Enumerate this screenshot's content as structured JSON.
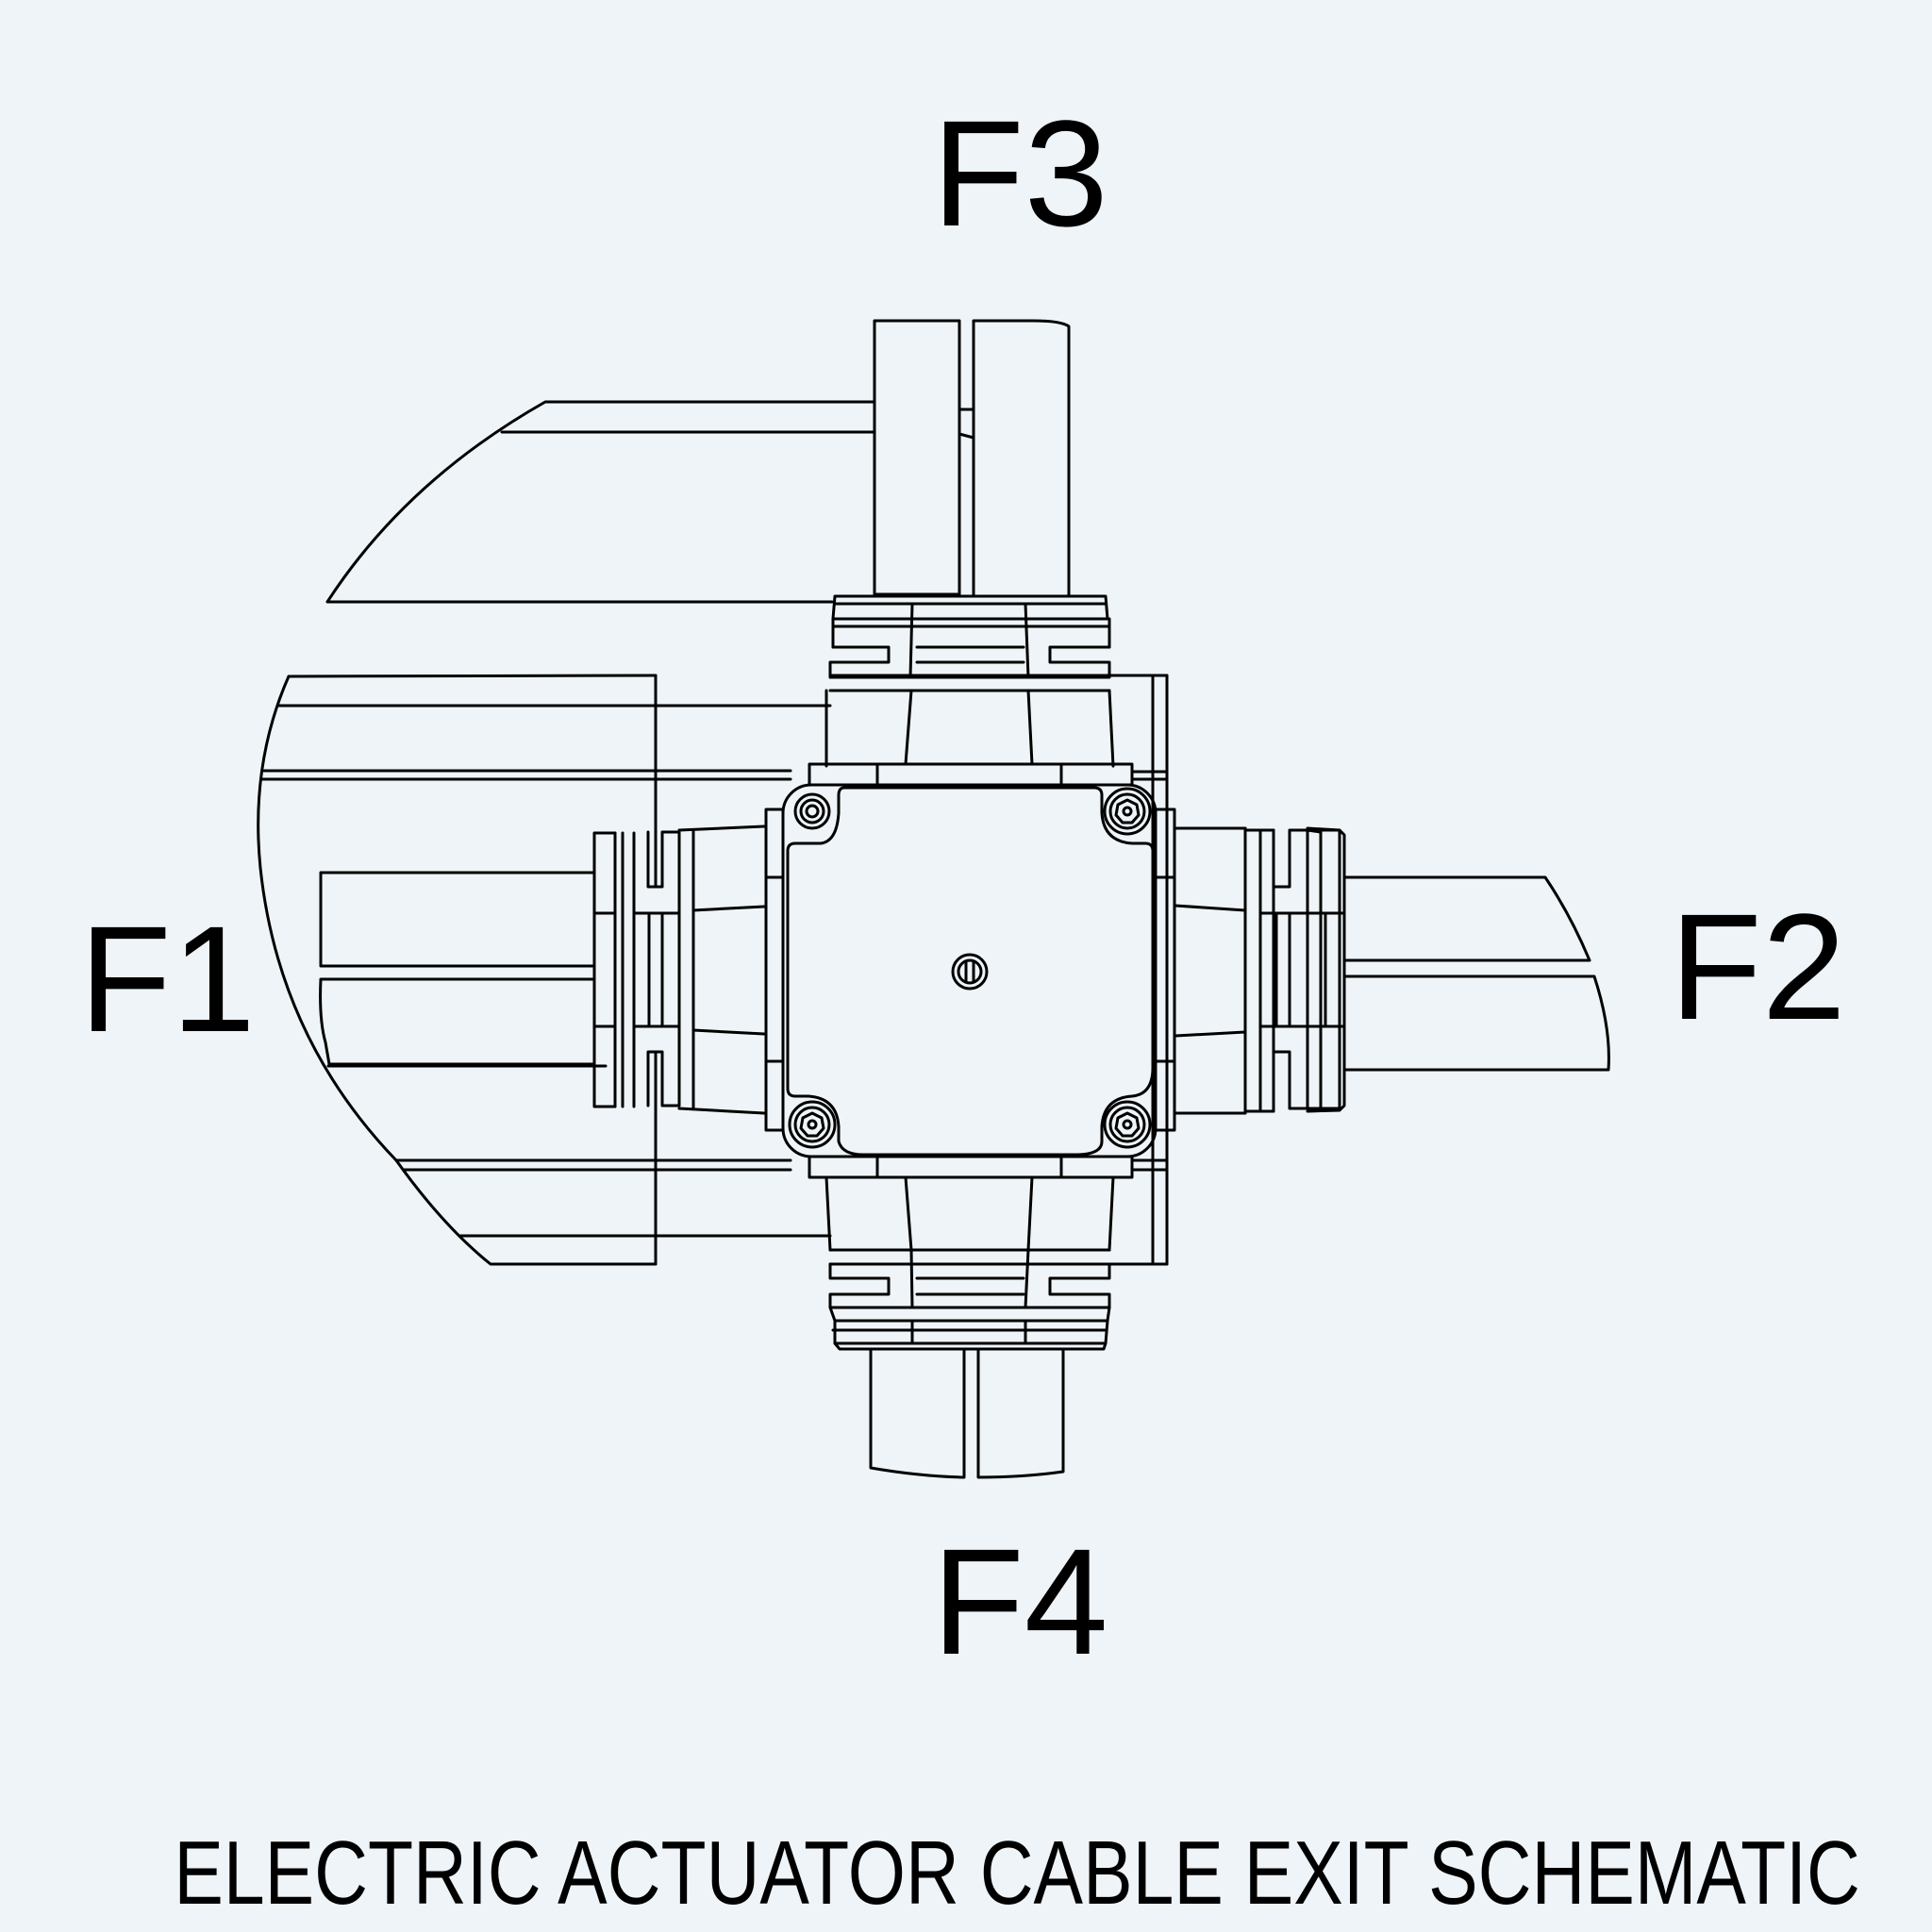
{
  "labels": {
    "f1": "F1",
    "f2": "F2",
    "f3": "F3",
    "f4": "F4"
  },
  "title": "ELECTRIC ACTUATOR CABLE EXIT SCHEMATIC",
  "colors": {
    "background": "#eef4f7",
    "line": "#000000"
  }
}
